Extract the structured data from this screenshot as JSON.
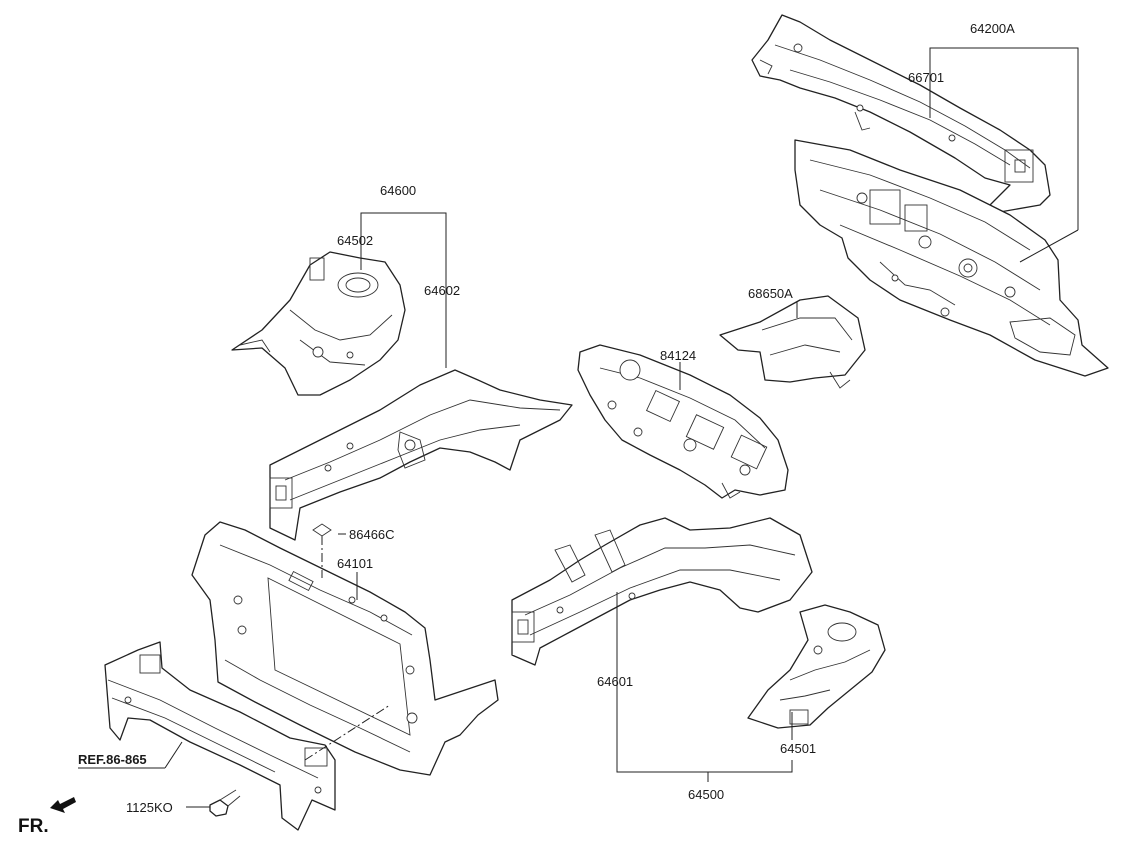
{
  "labels": {
    "p64200A": "64200A",
    "p66701": "66701",
    "p64600": "64600",
    "p64502": "64502",
    "p64602": "64602",
    "p68650A": "68650A",
    "p84124": "84124",
    "p86466C": "86466C",
    "p64101": "64101",
    "p64601": "64601",
    "p64501": "64501",
    "p64500": "64500",
    "ref": "REF.86-865",
    "p1125KO": "1125KO",
    "fr": "FR."
  }
}
